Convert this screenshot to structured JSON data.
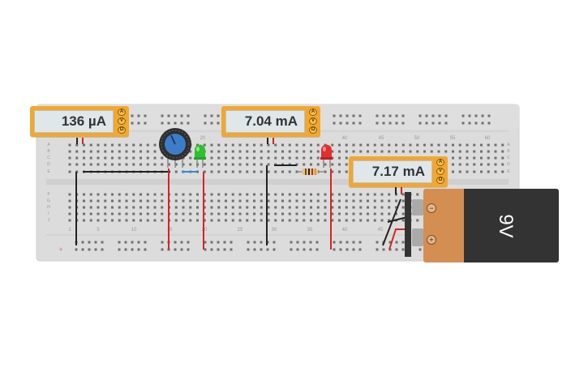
{
  "meters": [
    {
      "reading": "136 µA",
      "knobs": [
        "A",
        "V",
        "Ω"
      ]
    },
    {
      "reading": "7.04 mA",
      "knobs": [
        "A",
        "V",
        "Ω"
      ]
    },
    {
      "reading": "7.17 mA",
      "knobs": [
        "A",
        "V",
        "Ω"
      ]
    }
  ],
  "breadboard": {
    "column_numbers_top": [
      "20",
      "40",
      "45",
      "50",
      "55",
      "60"
    ],
    "column_numbers_bottom": [
      "1",
      "5",
      "10",
      "15",
      "20",
      "25",
      "30",
      "35",
      "40",
      "45"
    ],
    "row_letters_upper": [
      "A",
      "B",
      "C",
      "D",
      "E"
    ],
    "row_letters_upper_right": [
      "A",
      "B",
      "C",
      "D",
      "E"
    ],
    "row_letters_lower": [
      "F",
      "G",
      "H",
      "I",
      "J"
    ],
    "rail_sign_plus": "+"
  },
  "battery": {
    "label": "9V",
    "minus": "−",
    "plus": "+"
  },
  "colors": {
    "board": "#dcdcdc",
    "meter": "#f3a72c",
    "wire_red": "#d62323",
    "wire_black": "#222222",
    "led_green": "#2ec02e",
    "led_red": "#e23030",
    "pot_knob": "#3d7cc9"
  },
  "icons": [
    "potentiometer-icon",
    "green-led-icon",
    "red-led-icon",
    "resistor-icon",
    "multimeter-icon",
    "battery-9v-icon"
  ]
}
